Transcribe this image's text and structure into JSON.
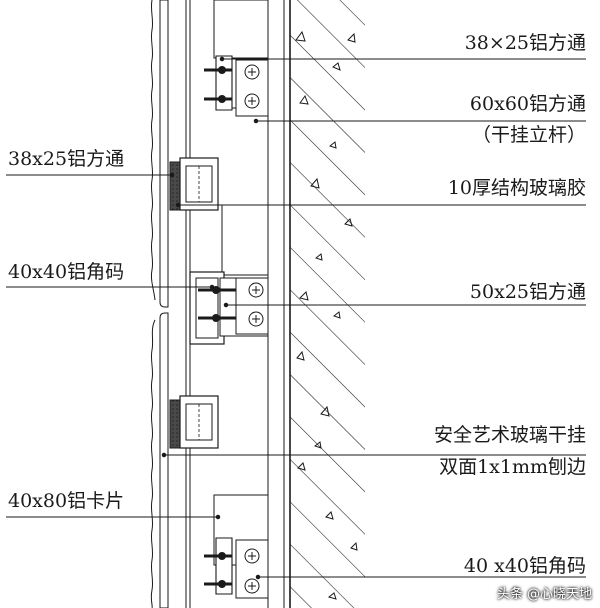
{
  "labels": {
    "right": [
      "38×25铝方通",
      "60x60铝方通",
      "（干挂立杆）",
      "10厚结构玻璃胶",
      "50x25铝方通",
      "安全艺术玻璃干挂",
      "双面1x1mm刨边",
      "40 x40铝角码"
    ],
    "left": [
      "38x25铝方通",
      "40x40铝角码",
      "40x80铝卡片"
    ]
  },
  "watermark": "头条 @心晓天地",
  "colors": {
    "line": "#1a1a1a",
    "dark_fill": "#3a3a3a",
    "background": "#ffffff"
  }
}
